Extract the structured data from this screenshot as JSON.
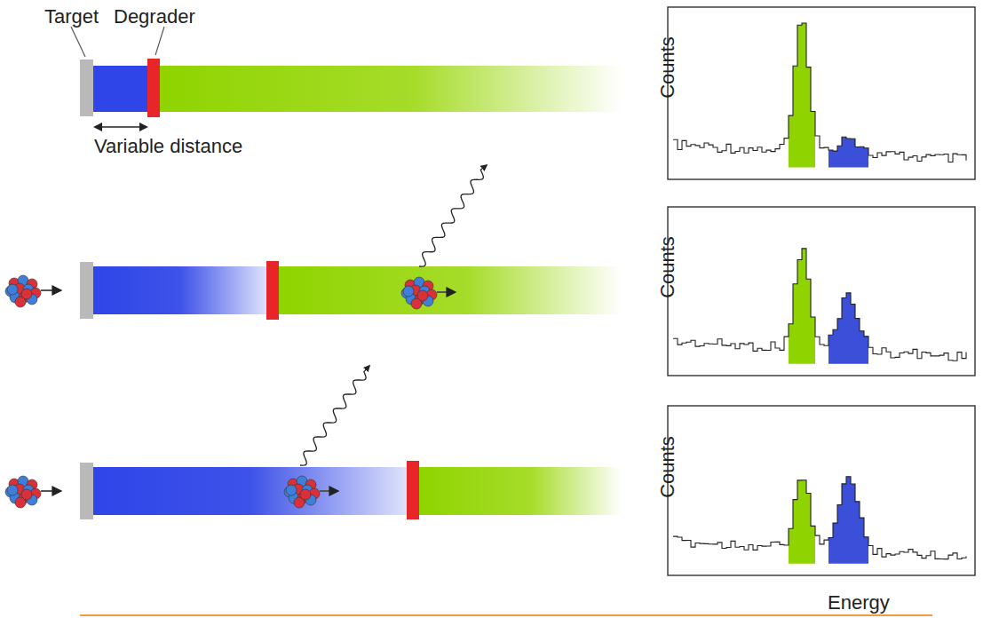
{
  "diagram": {
    "labels": [
      "Target",
      "Degrader",
      "Variable distance",
      "Counts",
      "Counts",
      "Counts",
      "Energy"
    ]
  }
}
